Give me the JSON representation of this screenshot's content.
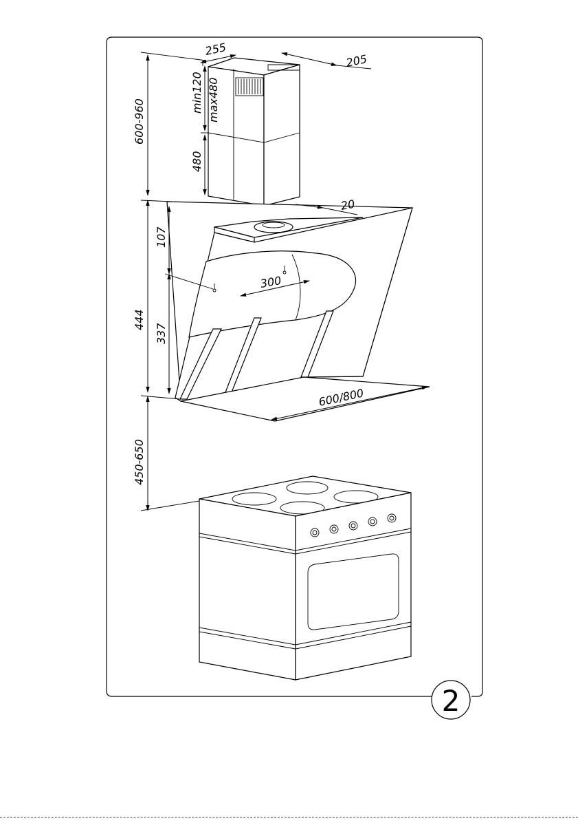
{
  "figure": {
    "page_number": "2",
    "dimensions": {
      "chimney_depth": "255",
      "chimney_width": "205",
      "chimney_upper_min": "min120",
      "chimney_upper_max": "max480",
      "chimney_lower": "480",
      "total_chimney": "600-960",
      "hood_offset": "20",
      "hood_top": "107",
      "hood_mount": "300",
      "hood_lower": "337",
      "hood_total": "444",
      "hood_width": "600/800",
      "clearance": "450-650"
    }
  }
}
